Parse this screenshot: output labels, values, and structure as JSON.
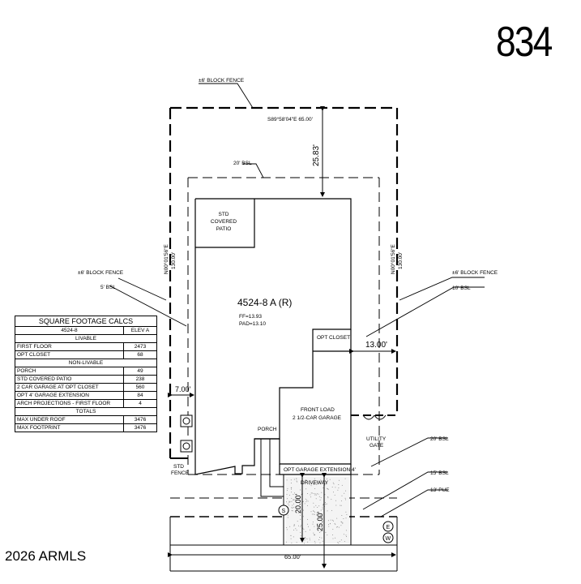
{
  "lot_number": "834",
  "copyright": "2026 ARMLS",
  "plan": {
    "name": "4524-8 A (R)",
    "ff": "FF=13.93",
    "pad": "PAD=13.10"
  },
  "labels": {
    "block_fence_top": "±6' BLOCK FENCE",
    "bearing_top": "S89°58'04\"E 65.00'",
    "setback_rear_dim": "25.83'",
    "bsl_20_top": "20' BSL",
    "bearing_left": "N00°01'56\"E",
    "length_left": "130.00'",
    "bearing_right": "N00°01'56\"E",
    "length_right": "130.00'",
    "block_fence_left": "±6' BLOCK FENCE",
    "bsl_5": "5' BSL",
    "block_fence_right": "±6' BLOCK FENCE",
    "bsl_10": "10' BSL",
    "std_covered_patio": "STD\nCOVERED\nPATIO",
    "opt_closet": "OPT CLOSET",
    "dim_13": "13.00'",
    "dim_7": "7.00'",
    "front_load_1": "FRONT LOAD",
    "front_load_2": "2 1/2-CAR GARAGE",
    "porch": "PORCH",
    "utility_gate_1": "UTILITY",
    "utility_gate_2": "GATE",
    "bsl_20_front": "20' BSL",
    "std_fence_1": "STD",
    "std_fence_2": "FENCE",
    "opt_garage_ext": "OPT GARAGE EXTENSION 4'",
    "driveway": "DRIVEWAY",
    "bsl_15": "15' BSL",
    "pue_13": "13' PUE",
    "dim_20": "20.00'",
    "dim_25": "25.00'",
    "dim_65": "65.00'",
    "marker_s": "S",
    "marker_e": "E",
    "marker_w": "W"
  },
  "calcs": {
    "title": "SQUARE FOOTAGE CALCS",
    "plan_label": "4524-8",
    "elev_label": "ELEV A",
    "livable_header": "LIVABLE",
    "livable": [
      {
        "label": "FIRST FLOOR",
        "value": "2473"
      },
      {
        "label": "OPT CLOSET",
        "value": "68"
      }
    ],
    "non_livable_header": "NON-LIVABLE",
    "non_livable": [
      {
        "label": "PORCH",
        "value": "49"
      },
      {
        "label": "STD COVERED PATIO",
        "value": "238"
      },
      {
        "label": "2 CAR GARAGE AT OPT CLOSET",
        "value": "560"
      },
      {
        "label": "OPT 4' GARAGE EXTENSION",
        "value": "84"
      },
      {
        "label": "ARCH PROJECTIONS - FIRST FLOOR",
        "value": "4"
      }
    ],
    "totals_header": "TOTALS",
    "totals": [
      {
        "label": "MAX UNDER ROOF",
        "value": "3476"
      },
      {
        "label": "MAX FOOTPRINT",
        "value": "3476"
      }
    ]
  }
}
